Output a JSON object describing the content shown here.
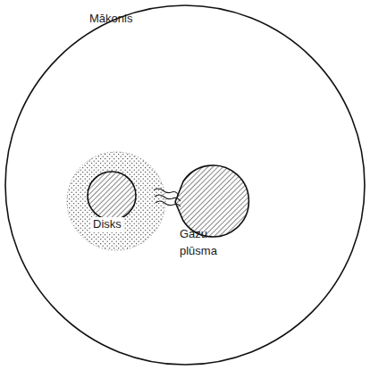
{
  "diagram": {
    "nodes": [
      {
        "text": [
          "Mākonis"
        ]
      },
      {
        "text": [
          "Disks"
        ],
        "in": 0
      }
    ],
    "labels": [
      "Gāzu plūsma"
    ]
  }
}
